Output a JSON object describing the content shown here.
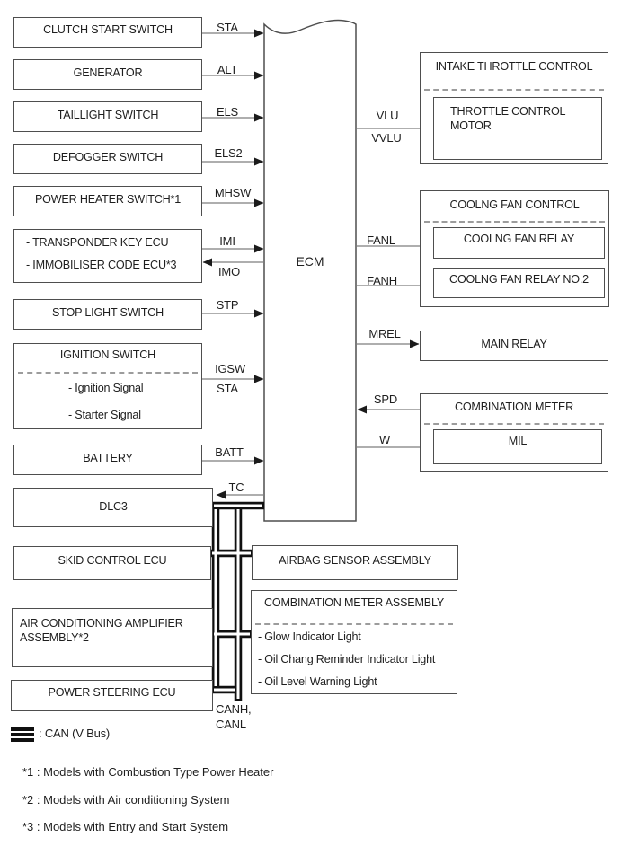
{
  "diagram": {
    "ecm": "ECM",
    "left": {
      "clutch": "CLUTCH START SWITCH",
      "generator": "GENERATOR",
      "taillight": "TAILLIGHT SWITCH",
      "defogger": "DEFOGGER SWITCH",
      "power_heater": "POWER HEATER SWITCH*1",
      "transponder_line1": "- TRANSPONDER KEY ECU",
      "transponder_line2": "- IMMOBILISER CODE ECU*3",
      "stop_light": "STOP LIGHT SWITCH",
      "ignition_title": "IGNITION SWITCH",
      "ignition_item1": "- Ignition Signal",
      "ignition_item2": "- Starter Signal",
      "battery": "BATTERY",
      "dlc3": "DLC3",
      "skid": "SKID CONTROL ECU",
      "ac_amp": "AIR CONDITIONING AMPLIFIER ASSEMBLY*2",
      "power_steering": "POWER STEERING ECU"
    },
    "right": {
      "intake_title": "INTAKE THROTTLE CONTROL",
      "throttle_motor": "THROTTLE CONTROL MOTOR",
      "cooling_title": "COOLNG FAN CONTROL",
      "cooling_relay": "COOLNG FAN RELAY",
      "cooling_relay2": "COOLNG FAN RELAY NO.2",
      "main_relay": "MAIN RELAY",
      "comb_meter_title": "COMBINATION METER",
      "mil": "MIL",
      "airbag": "AIRBAG SENSOR ASSEMBLY",
      "cma_title": "COMBINATION METER ASSEMBLY",
      "cma_item1": "- Glow Indicator Light",
      "cma_item2": "- Oil Chang Reminder Indicator Light",
      "cma_item3": "- Oil Level Warning Light"
    },
    "signals": {
      "sta": "STA",
      "alt": "ALT",
      "els": "ELS",
      "els2": "ELS2",
      "mhsw": "MHSW",
      "imi": "IMI",
      "imo": "IMO",
      "stp": "STP",
      "igsw": "IGSW",
      "sta2": "STA",
      "batt": "BATT",
      "tc": "TC",
      "vlu": "VLU",
      "vvlu": "VVLU",
      "fanl": "FANL",
      "fanh": "FANH",
      "mrel": "MREL",
      "spd": "SPD",
      "w": "W",
      "canh": "CANH,",
      "canl": "CANL"
    },
    "legend": {
      "can": ": CAN (V Bus)"
    },
    "footnotes": [
      "*1 : Models with Combustion Type Power Heater",
      "*2 : Models with Air conditioning System",
      "*3 : Models with Entry and Start System"
    ]
  }
}
